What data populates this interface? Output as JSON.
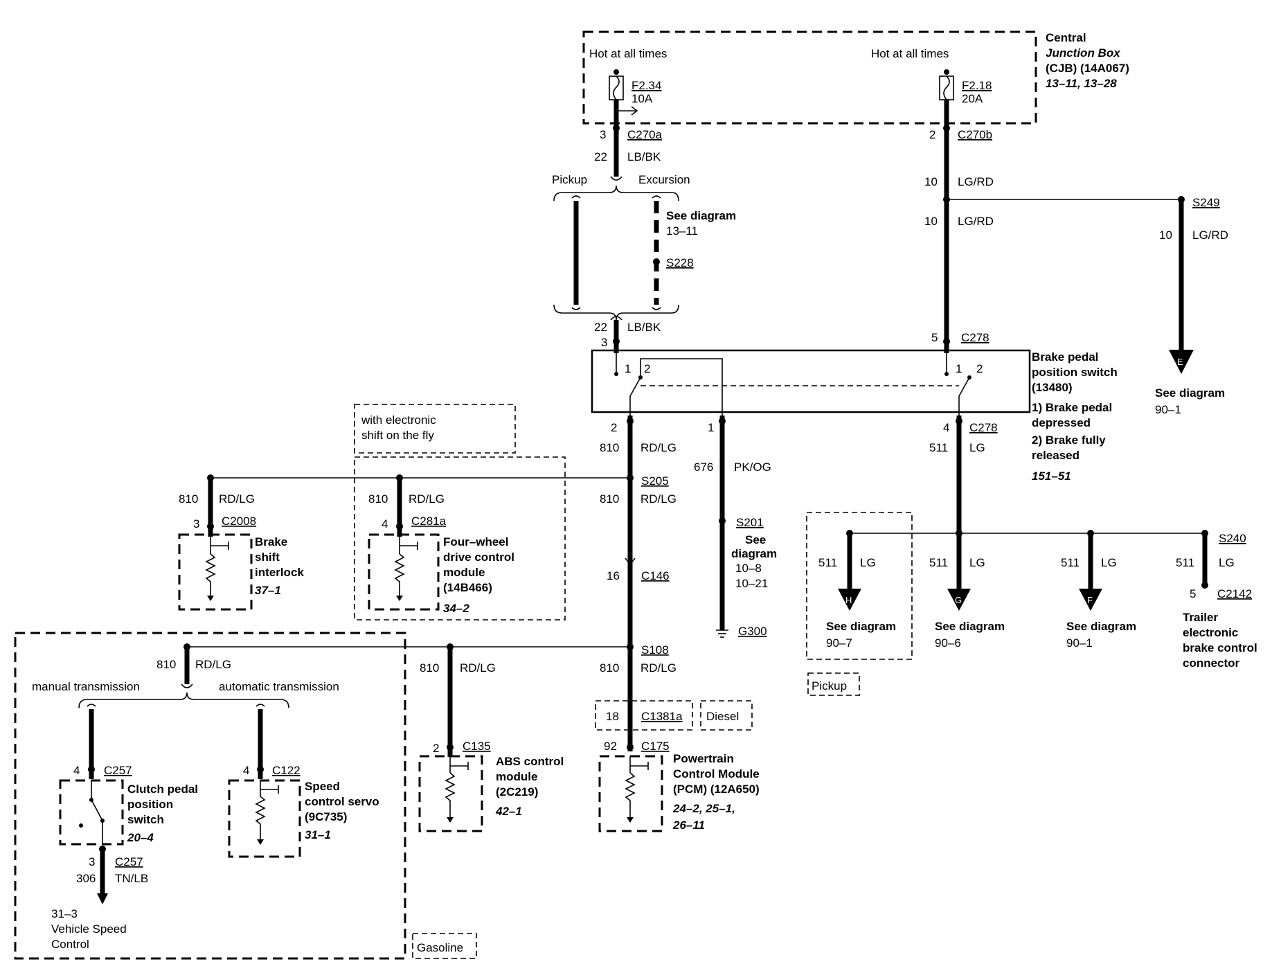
{
  "cjb": {
    "hot1": "Hot at all times",
    "hot2": "Hot at all times",
    "fuse1_id": "F2.34",
    "fuse1_amp": "10A",
    "fuse2_id": "F2.18",
    "fuse2_amp": "20A",
    "title_l1": "Central",
    "title_l2": "Junction Box",
    "title_l3": "(CJB) (14A067)",
    "title_l4": "13–11, 13–28"
  },
  "left_feed": {
    "pin_c270a": "3",
    "c270a": "C270a",
    "gauge1": "22",
    "color1": "LB/BK",
    "pickup": "Pickup",
    "excursion": "Excursion",
    "see_diagram": "See diagram",
    "see_ref": "13–11",
    "s228": "S228",
    "gauge2": "22",
    "color2": "LB/BK",
    "pin_c278_3": "3"
  },
  "right_feed": {
    "pin_c270b": "2",
    "c270b": "C270b",
    "gauge1": "10",
    "color1": "LG/RD",
    "gauge2": "10",
    "color2": "LG/RD",
    "s249": "S249",
    "gauge3": "10",
    "color3": "LG/RD",
    "arrow_e": "E",
    "see_e": "See diagram",
    "see_e_ref": "90–1",
    "pin_c278_5": "5",
    "c278_top": "C278"
  },
  "bpps": {
    "l1": "Brake pedal",
    "l2": "position switch",
    "l3": "(13480)",
    "n1": "1) Brake pedal",
    "n1b": "depressed",
    "n2": "2) Brake fully",
    "n2b": "released",
    "ref": "151–51",
    "sw_l1": "1",
    "sw_l2": "2",
    "sw_r1": "1",
    "sw_r2": "2"
  },
  "outputs": {
    "pin2": "2",
    "g810": "810",
    "c810": "RD/LG",
    "pin1": "1",
    "g676": "676",
    "c676": "PK/OG",
    "s201": "S201",
    "see_s201_l1": "See",
    "see_s201_l2": "diagram",
    "see_s201_r1": "10–8",
    "see_s201_r2": "10–21",
    "g300": "G300",
    "pin4": "4",
    "c278_bot": "C278",
    "g511": "511",
    "c511": "LG",
    "efs_l1": "with electronic",
    "efs_l2": "shift on the fly"
  },
  "s205_branch": {
    "s205": "S205",
    "g810b": "810",
    "c810b": "RD/LG",
    "bsi_g": "810",
    "bsi_c": "RD/LG",
    "bsi_pin": "3",
    "bsi_conn": "C2008",
    "bsi_l1": "Brake",
    "bsi_l2": "shift",
    "bsi_l3": "interlock",
    "bsi_ref": "37–1",
    "fw_g": "810",
    "fw_c": "RD/LG",
    "fw_pin": "4",
    "fw_conn": "C281a",
    "fw_l1": "Four–wheel",
    "fw_l2": "drive control",
    "fw_l3": "module",
    "fw_l4": "(14B466)",
    "fw_ref": "34–2"
  },
  "c146": {
    "pin": "16",
    "conn": "C146"
  },
  "s108_branch": {
    "s108": "S108",
    "g810": "810",
    "c810": "RD/LG",
    "left_g": "810",
    "left_c": "RD/LG",
    "manual": "manual transmission",
    "automatic": "automatic transmission",
    "cpp_pin": "4",
    "cpp_conn": "C257",
    "cpp_l1": "Clutch pedal",
    "cpp_l2": "position",
    "cpp_l3": "switch",
    "cpp_ref": "20–4",
    "cpp_pin2": "3",
    "cpp_conn2": "C257",
    "g306": "306",
    "c306": "TN/LB",
    "vsc_ref": "31–3",
    "vsc_l1": "Vehicle Speed",
    "vsc_l2": "Control",
    "scs_pin": "4",
    "scs_conn": "C122",
    "scs_l1": "Speed",
    "scs_l2": "control servo",
    "scs_l3": "(9C735)",
    "scs_ref": "31–1",
    "gasoline": "Gasoline",
    "abs_g": "810",
    "abs_c": "RD/LG",
    "abs_pin": "2",
    "abs_conn": "C135",
    "abs_l1": "ABS control",
    "abs_l2": "module",
    "abs_l3": "(2C219)",
    "abs_ref": "42–1",
    "c1381_pin": "18",
    "c1381": "C1381a",
    "diesel": "Diesel",
    "pcm_pin": "92",
    "pcm_conn": "C175",
    "pcm_l1": "Powertrain",
    "pcm_l2": "Control Module",
    "pcm_l3": "(PCM) (12A650)",
    "pcm_ref1": "24–2, 25–1,",
    "pcm_ref2": "26–11"
  },
  "s240_branch": {
    "h_g": "511",
    "h_c": "LG",
    "h": "H",
    "h_see": "See diagram",
    "h_ref": "90–7",
    "pickup": "Pickup",
    "g_g": "511",
    "g_c": "LG",
    "g": "G",
    "g_see": "See diagram",
    "g_ref": "90–6",
    "f_g": "511",
    "f_c": "LG",
    "f": "F",
    "f_see": "See diagram",
    "f_ref": "90–1",
    "s240": "S240",
    "t_g": "511",
    "t_c": "LG",
    "t_pin": "5",
    "t_conn": "C2142",
    "t_l1": "Trailer",
    "t_l2": "electronic",
    "t_l3": "brake control",
    "t_l4": "connector"
  }
}
